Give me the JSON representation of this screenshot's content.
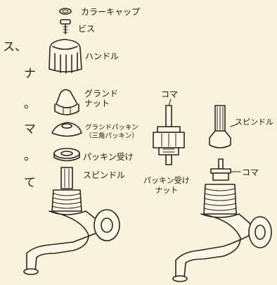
{
  "left_text_fragments": [
    "ス、",
    "ナ",
    "。",
    "マ",
    "。",
    "て"
  ],
  "parts_left": {
    "color_cap": "カラーキャップ",
    "screw": "ビス",
    "handle": "ハンドル",
    "gland_nut": "グランド\nナット",
    "gland_packing": "グランドパッキン\n（三角パッキン）",
    "packing_seat": "パッキン受け",
    "spindle": "スピンドル"
  },
  "parts_right": {
    "koma_top": "コマ",
    "spindle": "スピンドル",
    "packing_seat_nut": "パッキン受け\nナット",
    "koma": "コマ"
  },
  "colors": {
    "background": "#f8f3da",
    "ink": "#2a2520"
  }
}
